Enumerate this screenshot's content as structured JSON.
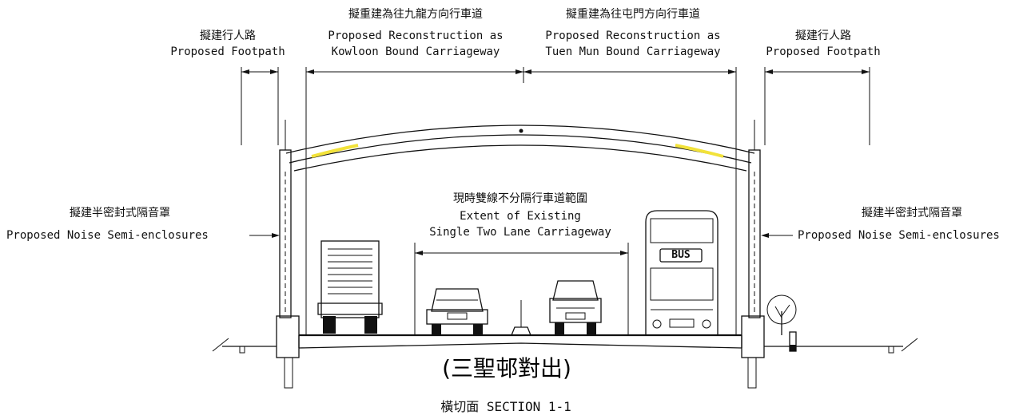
{
  "labels": {
    "footpath_left_cn": "擬建行人路",
    "footpath_left_en": "Proposed Footpath",
    "kowloon_cn": "擬重建為往九龍方向行車道",
    "kowloon_en1": "Proposed Reconstruction as",
    "kowloon_en2": "Kowloon Bound Carriageway",
    "tuenmun_cn": "擬重建為往屯門方向行車道",
    "tuenmun_en1": "Proposed Reconstruction as",
    "tuenmun_en2": "Tuen Mun Bound Carriageway",
    "footpath_right_cn": "擬建行人路",
    "footpath_right_en": "Proposed Footpath",
    "existing_cn": "現時雙線不分隔行車道範圍",
    "existing_en1": "Extent of Existing",
    "existing_en2": "Single Two Lane Carriageway",
    "noise_left_cn": "擬建半密封式隔音罩",
    "noise_left_en": "Proposed Noise Semi-enclosures",
    "noise_right_cn": "擬建半密封式隔音罩",
    "noise_right_en": "Proposed Noise Semi-enclosures",
    "bus_sign": "BUS",
    "location": "(三聖邨對出)",
    "section_title": "橫切面 SECTION 1-1"
  },
  "colors": {
    "line": "#111111",
    "panel_highlight": "#f2e23a",
    "background": "#ffffff"
  }
}
